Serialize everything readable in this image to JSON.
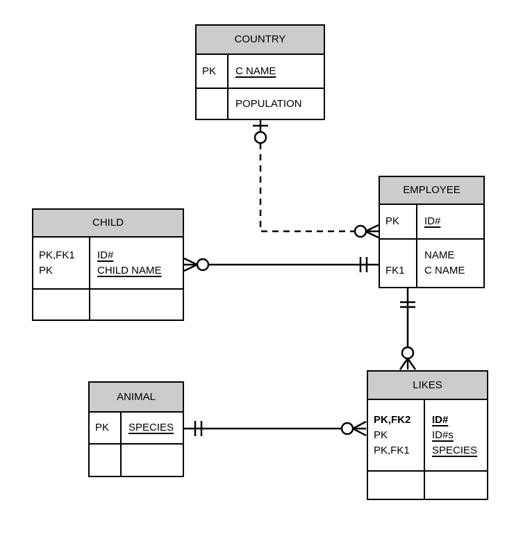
{
  "diagram": {
    "type": "entity-relationship-diagram",
    "notation": "crow-foot",
    "colors": {
      "header_fill": "#cccccc",
      "line": "#000000",
      "background": "#ffffff"
    }
  },
  "entities": {
    "country": {
      "name": "COUNTRY",
      "rows": [
        {
          "keys": [
            "PK"
          ],
          "attrs": [
            "C NAME"
          ]
        },
        {
          "keys": [],
          "attrs": [
            "POPULATION"
          ]
        }
      ]
    },
    "child": {
      "name": "CHILD",
      "rows": [
        {
          "keys": [
            "PK,FK1",
            "PK"
          ],
          "attrs": [
            "ID#",
            "CHILD NAME"
          ]
        },
        {
          "keys": [],
          "attrs": []
        }
      ]
    },
    "employee": {
      "name": "EMPLOYEE",
      "rows": [
        {
          "keys": [
            "PK"
          ],
          "attrs": [
            "ID#"
          ]
        },
        {
          "keys": [
            "",
            "FK1"
          ],
          "attrs": [
            "NAME",
            "C NAME"
          ]
        }
      ]
    },
    "animal": {
      "name": "ANIMAL",
      "rows": [
        {
          "keys": [
            "PK"
          ],
          "attrs": [
            "SPECIES"
          ]
        },
        {
          "keys": [],
          "attrs": []
        }
      ]
    },
    "likes": {
      "name": "LIKES",
      "rows": [
        {
          "keys": [
            "PK,FK2",
            "PK",
            "PK,FK1"
          ],
          "attrs": [
            "ID#",
            "ID#s",
            "SPECIES"
          ]
        },
        {
          "keys": [],
          "attrs": []
        }
      ]
    }
  },
  "relationships": [
    {
      "from": "COUNTRY",
      "to": "EMPLOYEE",
      "line_style": "dashed",
      "from_cardinality": "zero-or-one",
      "to_cardinality": "zero-or-many"
    },
    {
      "from": "CHILD",
      "to": "EMPLOYEE",
      "line_style": "solid",
      "from_cardinality": "zero-or-many",
      "to_cardinality": "one-and-only-one"
    },
    {
      "from": "EMPLOYEE",
      "to": "LIKES",
      "line_style": "solid",
      "from_cardinality": "one-and-only-one",
      "to_cardinality": "zero-or-many"
    },
    {
      "from": "ANIMAL",
      "to": "LIKES",
      "line_style": "solid",
      "from_cardinality": "one-and-only-one",
      "to_cardinality": "zero-or-many"
    }
  ]
}
